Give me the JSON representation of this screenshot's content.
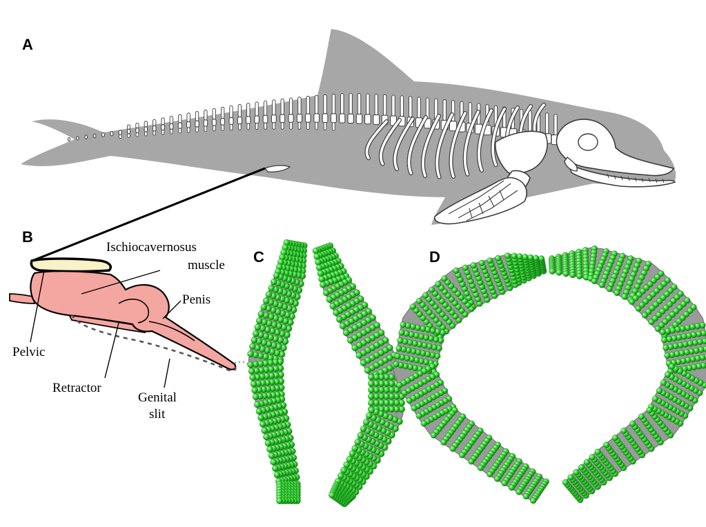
{
  "panels": {
    "a": {
      "letter": "A"
    },
    "b": {
      "letter": "B",
      "labels": {
        "ischio_line1": "Ischiocavernosus",
        "ischio_line2": "muscle",
        "penis": "Penis",
        "pelvic": "Pelvic",
        "retractor": "Retractor",
        "genital_line1": "Genital",
        "genital_line2": "slit"
      }
    },
    "c": {
      "letter": "C"
    },
    "d": {
      "letter": "D"
    }
  },
  "colors": {
    "dolphin_body": "#a7a7a7",
    "bone": "#ffffff",
    "bone_outline": "#3a3a3a",
    "muscle": "#f4a6a0",
    "pelvic_bone": "#fbf1c8",
    "mesh_green": "#2fd22f",
    "mesh_grey": "#8a8a8a"
  }
}
